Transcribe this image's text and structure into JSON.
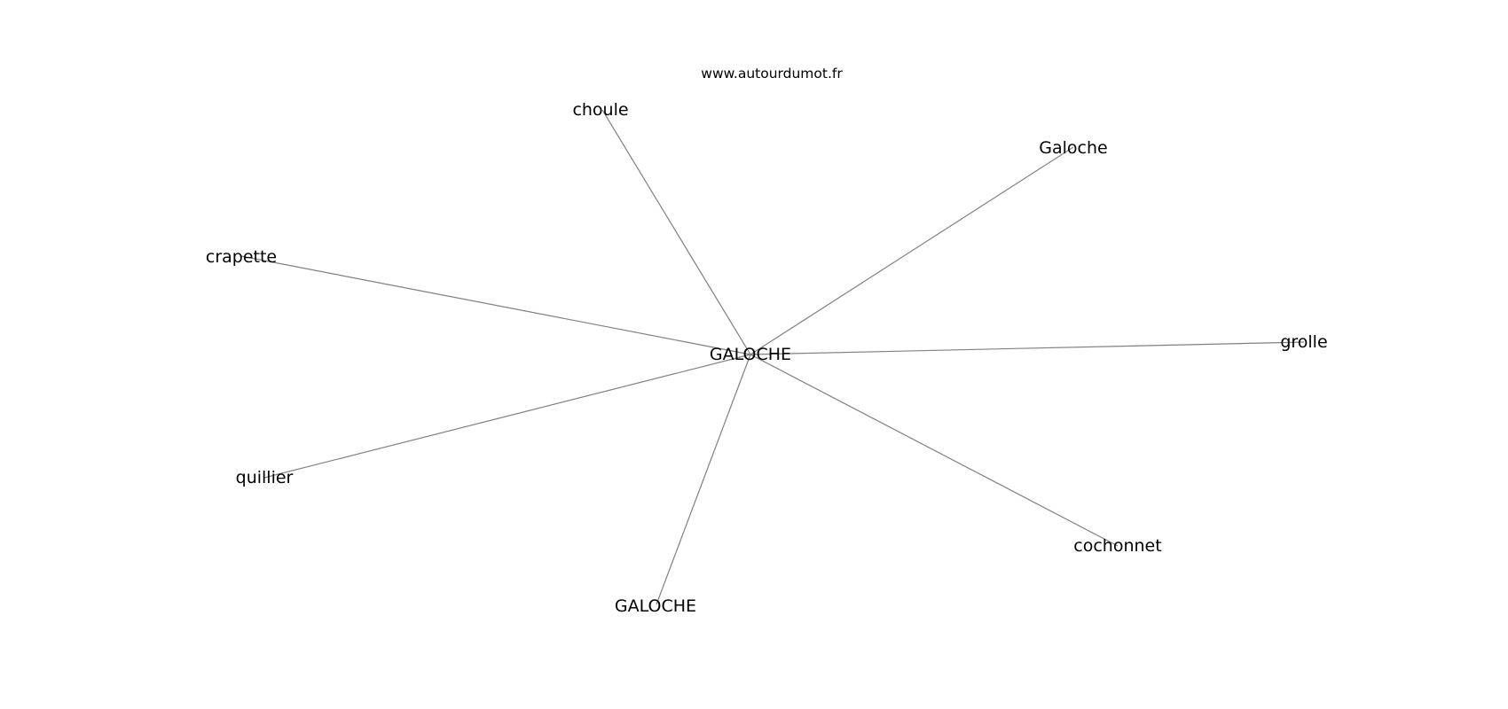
{
  "header": {
    "site": "www.autourdumot.fr"
  },
  "graph": {
    "center": {
      "id": "center",
      "label": "GALOCHE"
    },
    "neighbors": [
      {
        "id": "choule",
        "label": "choule"
      },
      {
        "id": "galoche-cap",
        "label": "Galoche"
      },
      {
        "id": "crapette",
        "label": "crapette"
      },
      {
        "id": "grolle",
        "label": "grolle"
      },
      {
        "id": "quillier",
        "label": "quillier"
      },
      {
        "id": "cochonnet",
        "label": "cochonnet"
      },
      {
        "id": "galoche-upper",
        "label": "GALOCHE"
      }
    ]
  }
}
